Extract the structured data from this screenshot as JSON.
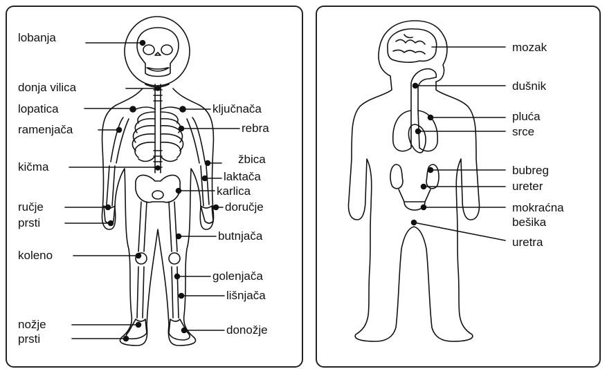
{
  "skeleton": {
    "labels": {
      "lobanja": "lobanja",
      "donja_vilica": "donja vilica",
      "lopatica": "lopatica",
      "ramenjaca": "ramenjača",
      "kicma": "kičma",
      "rucje": "ručje",
      "prsti_ruka": "prsti",
      "koleno": "koleno",
      "nozje": "nožje",
      "prsti_noga": "prsti",
      "kljucnaca": "ključnača",
      "rebra": "rebra",
      "zbica": "žbica",
      "laktaca": "laktača",
      "karlica": "karlica",
      "dorucje": "doručje",
      "butnjaca": "butnjača",
      "golenjaca": "golenjača",
      "lisnjaca": "lišnjača",
      "donozje": "donožje"
    }
  },
  "organs": {
    "labels": {
      "mozak": "mozak",
      "dusnik": "dušnik",
      "pluca": "pluća",
      "srce": "srce",
      "bubreg": "bubreg",
      "ureter": "ureter",
      "mokracna_1": "mokraćna",
      "mokracna_2": "bešika",
      "uretra": "uretra"
    }
  }
}
